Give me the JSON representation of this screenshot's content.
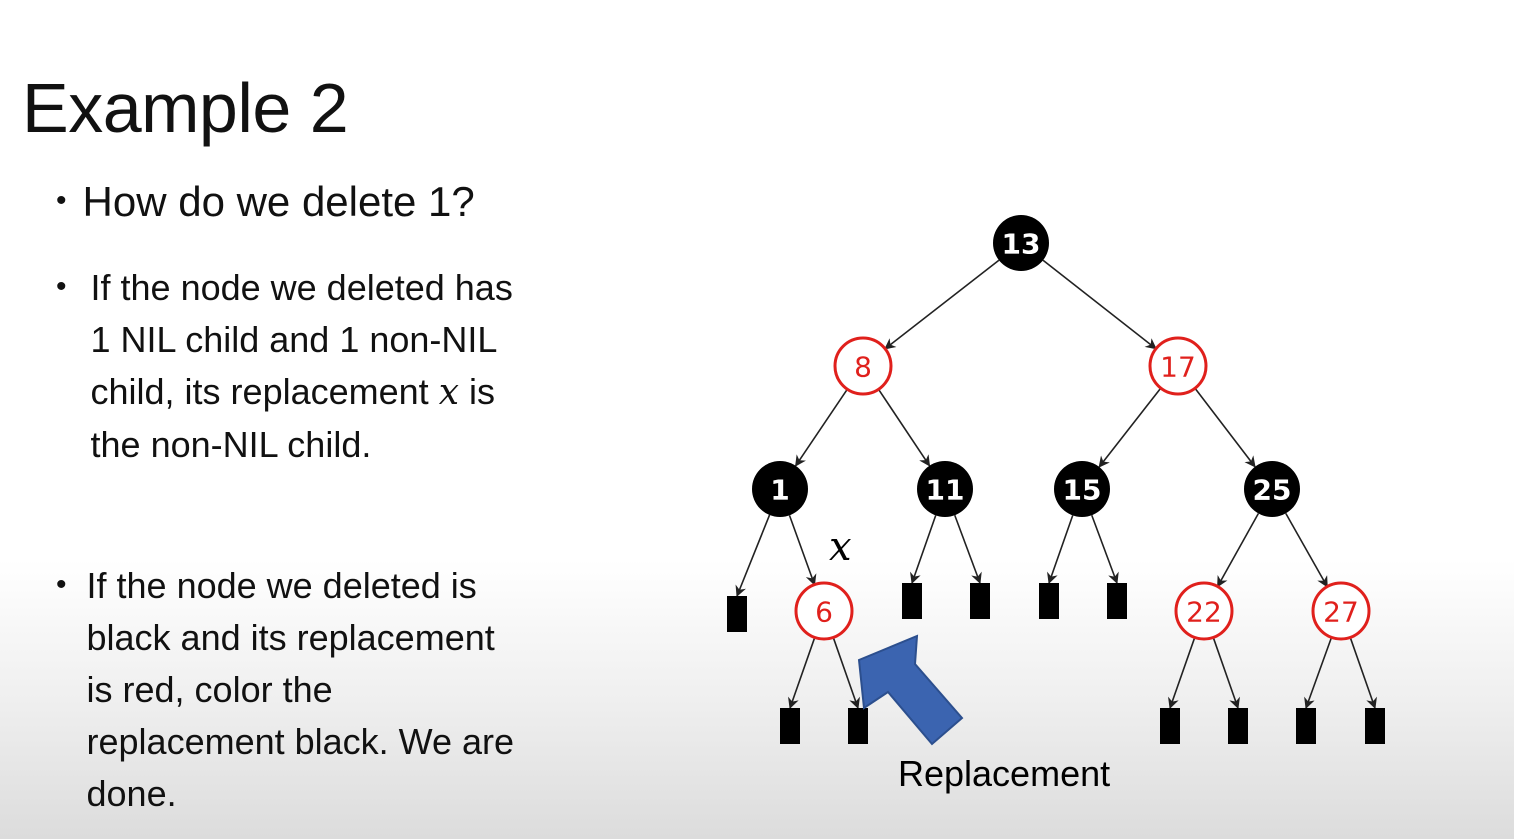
{
  "slide": {
    "title": "Example 2",
    "bullets": [
      "How do we delete 1?",
      "If the node we deleted has 1 NIL child and 1 non-NIL child, its replacement",
      "is the non-NIL child.",
      "If the node we deleted is black and its replacement is red, color the replacement black. We are done."
    ],
    "bullet_symbol": "•",
    "x_symbol": "x"
  },
  "tree": {
    "colors": {
      "black_node": "#000000",
      "red_node": "#e0201c",
      "edge": "#222222",
      "arrow": "#3b64b0"
    },
    "nodes": [
      {
        "key": "13",
        "color": "black"
      },
      {
        "key": "8",
        "color": "red"
      },
      {
        "key": "17",
        "color": "red"
      },
      {
        "key": "1",
        "color": "black"
      },
      {
        "key": "11",
        "color": "black"
      },
      {
        "key": "15",
        "color": "black"
      },
      {
        "key": "25",
        "color": "black"
      },
      {
        "key": "6",
        "color": "red"
      },
      {
        "key": "22",
        "color": "red"
      },
      {
        "key": "27",
        "color": "red"
      }
    ],
    "x_label": "x",
    "replacement_label": "Replacement",
    "arrow_icon": "block-arrow-icon"
  }
}
